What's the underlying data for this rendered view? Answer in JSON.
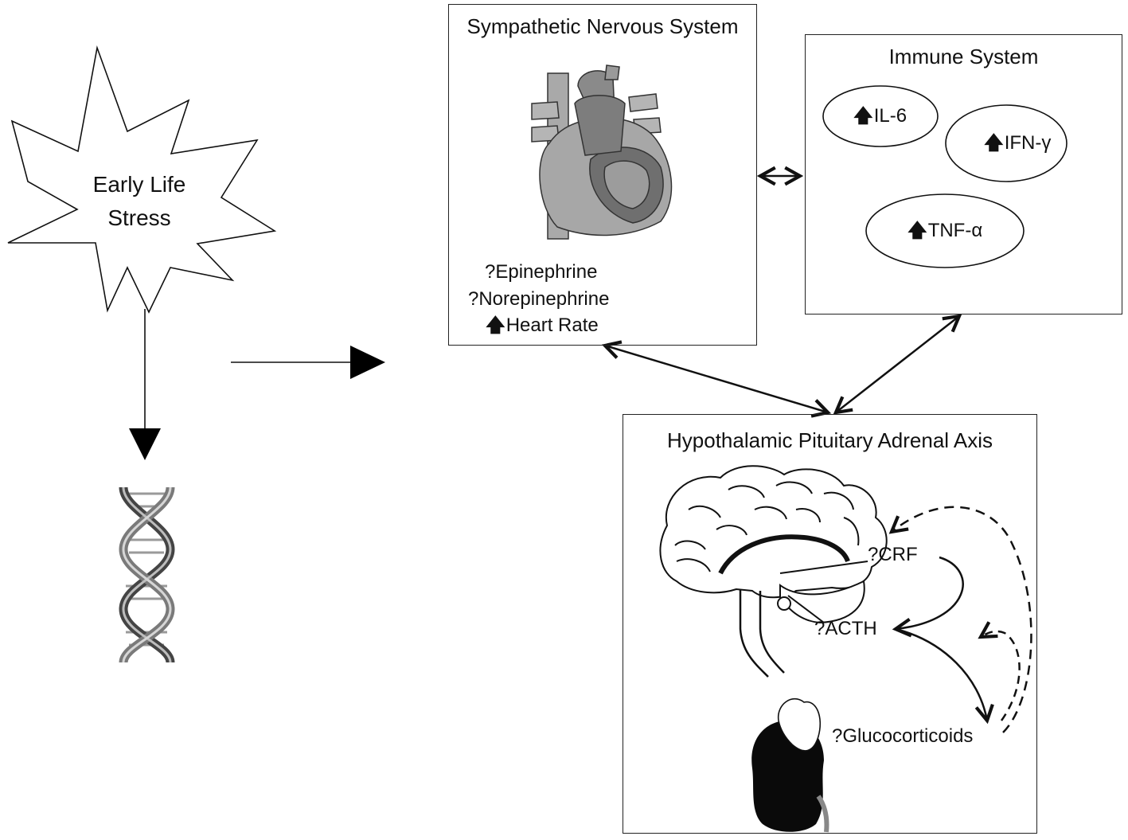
{
  "stress": {
    "line1": "Early Life",
    "line2": "Stress"
  },
  "sns": {
    "title": "Sympathetic Nervous System",
    "epinephrine": "?Epinephrine",
    "norepinephrine": "?Norepinephrine",
    "heart_rate": "Heart Rate",
    "heart_rate_arrow": "🡅"
  },
  "immune": {
    "title": "Immune System",
    "il6": "IL-6",
    "ifn": "IFN-γ",
    "tnf": "TNF-α",
    "up_arrow": "🡅"
  },
  "hpa": {
    "title": "Hypothalamic Pituitary Adrenal Axis",
    "crf": "?CRF",
    "acth": "?ACTH",
    "glucocorticoids": "?Glucocorticoids"
  },
  "icons": [
    "starburst-icon",
    "dna-icon",
    "heart-icon",
    "brain-icon",
    "adrenal-kidney-icon"
  ],
  "colors": {
    "line": "#111111",
    "organ_light": "#b8b8b8",
    "organ_mid": "#8a8a8a",
    "organ_dark": "#555555",
    "kidney": "#0a0a0a"
  }
}
